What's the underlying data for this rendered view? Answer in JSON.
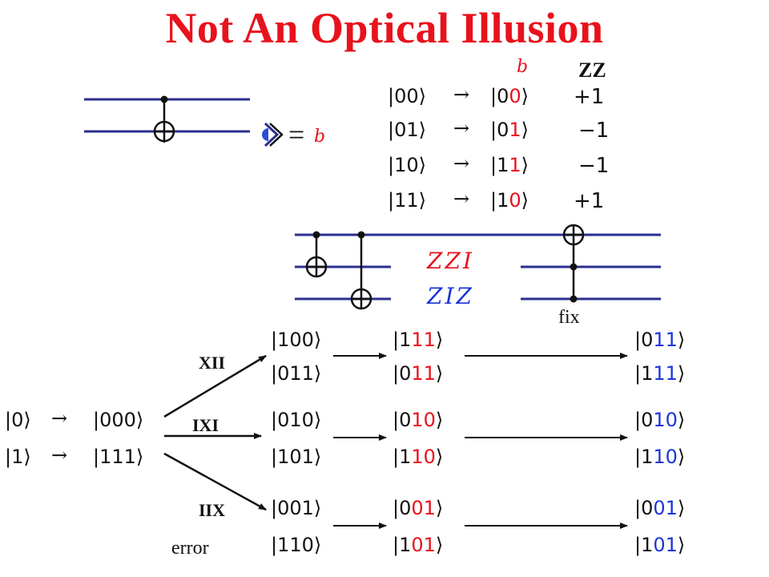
{
  "title": "Not An Optical Illusion",
  "table": {
    "col_b": "b",
    "col_zz": "ZZ",
    "rows": [
      {
        "in": [
          "00"
        ],
        "out": [
          "0",
          "0"
        ],
        "zz": "+1"
      },
      {
        "in": [
          "01"
        ],
        "out": [
          "0",
          "1"
        ],
        "zz": "−1"
      },
      {
        "in": [
          "10"
        ],
        "out": [
          "1",
          "1"
        ],
        "zz": "−1"
      },
      {
        "in": [
          "11"
        ],
        "out": [
          "1",
          "0"
        ],
        "zz": "+1"
      }
    ],
    "arrow": "→"
  },
  "meter": {
    "equals": "=",
    "result": "b"
  },
  "circuit2": {
    "label_zzi": "ZZI",
    "label_ziz": "ZIZ",
    "fix_label": "fix"
  },
  "encoding": {
    "arrow": "→",
    "rows": [
      {
        "in": "0",
        "out": "000"
      },
      {
        "in": "1",
        "out": "111"
      }
    ]
  },
  "errors": {
    "caption": "error",
    "branches": [
      {
        "label": "XII",
        "start": [
          "100",
          "011"
        ],
        "mid": [
          [
            "1",
            "11"
          ],
          [
            "0",
            "11"
          ]
        ],
        "end": [
          [
            "0",
            "11"
          ],
          [
            "1",
            "11"
          ]
        ]
      },
      {
        "label": "IXI",
        "start": [
          "010",
          "101"
        ],
        "mid": [
          [
            "0",
            "10"
          ],
          [
            "1",
            "10"
          ]
        ],
        "end": [
          [
            "0",
            "10"
          ],
          [
            "1",
            "10"
          ]
        ]
      },
      {
        "label": "IIX",
        "start": [
          "001",
          "110"
        ],
        "mid": [
          [
            "0",
            "01"
          ],
          [
            "1",
            "01"
          ]
        ],
        "end": [
          [
            "0",
            "01"
          ],
          [
            "1",
            "01"
          ]
        ]
      }
    ]
  },
  "colors": {
    "red": "#e8121c",
    "blue": "#1b35d6",
    "wire": "#2b2f8f",
    "ink": "#111111"
  }
}
